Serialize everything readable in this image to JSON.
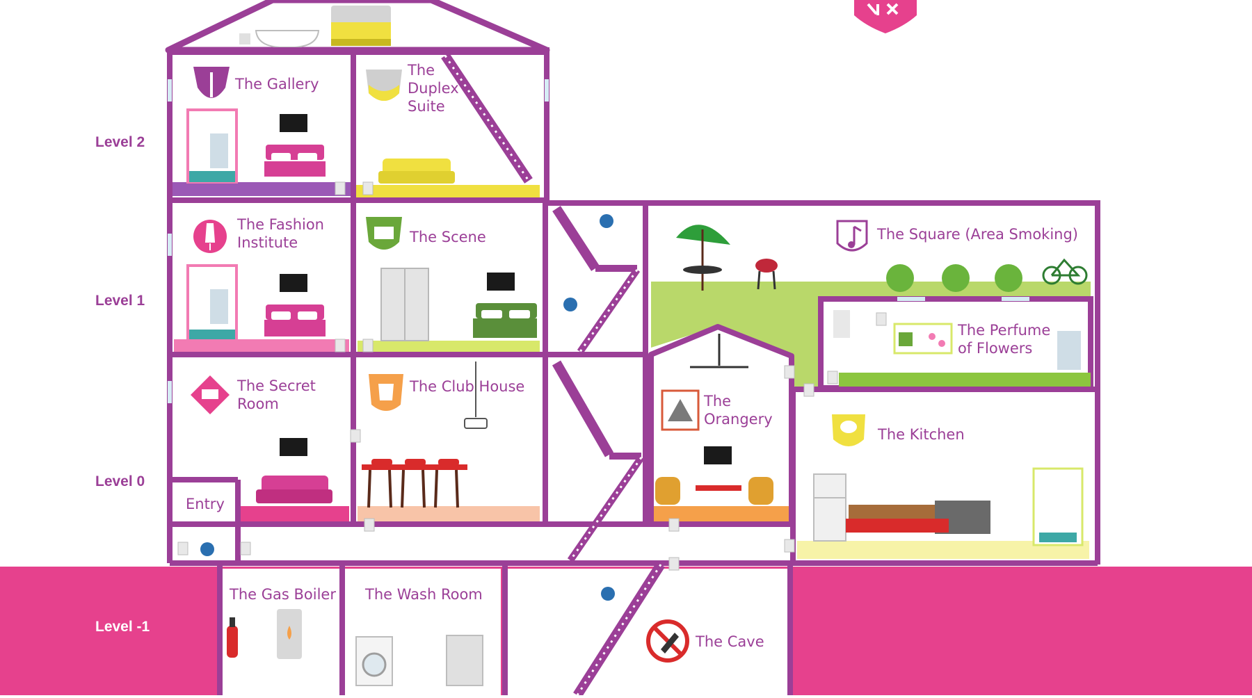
{
  "levels": {
    "l2": "Level 2",
    "l1": "Level 1",
    "l0": "Level 0",
    "lm1": "Level -1"
  },
  "rooms": {
    "gallery": "The Gallery",
    "duplex_1": "The",
    "duplex_2": "Duplex",
    "duplex_3": "Suite",
    "fashion_1": "The Fashion",
    "fashion_2": "Institute",
    "scene": "The Scene",
    "square": "The Square (Area Smoking)",
    "perfume_1": "The Perfume",
    "perfume_2": "of Flowers",
    "secret_1": "The Secret",
    "secret_2": "Room",
    "clubhouse": "The Club House",
    "orangery_1": "The",
    "orangery_2": "Orangery",
    "kitchen": "The Kitchen",
    "entry": "Entry",
    "boiler": "The Gas Boiler",
    "wash": "The Wash Room",
    "cave": "The Cave"
  },
  "colors": {
    "wall": "#9b3f97",
    "basement": "#e6418d",
    "pink": "#e6418d",
    "yellow": "#f0e040",
    "green": "#8cc63f",
    "orange": "#f5a04a",
    "purple_floor": "#9b59b6"
  },
  "icons": [
    "brush-icon",
    "shield-icon",
    "dress-form-icon",
    "clapperboard-icon",
    "music-note-icon",
    "watering-can-icon",
    "book-icon",
    "shirt-icon",
    "pyramid-icon",
    "chef-hat-icon",
    "no-digging-icon",
    "elevator-icon",
    "fire-extinguisher-icon",
    "logo-icon"
  ]
}
